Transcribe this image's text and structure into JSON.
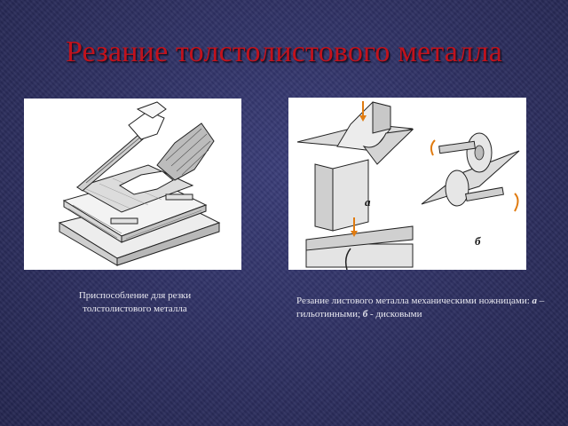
{
  "slide": {
    "title": "Резание толстолистового металла",
    "left_figure": {
      "caption": "Приспособление для резки толстолистового металла"
    },
    "right_figure": {
      "label_a": "а",
      "label_b": "б",
      "caption_part1": "Резание листового металла механическими ножницами: ",
      "caption_a": "а",
      "caption_part2": " – гильотинными; ",
      "caption_b": "б",
      "caption_part3": " - дисковыми"
    }
  },
  "colors": {
    "title": "#c1121c",
    "background": "#2f3163",
    "caption": "#e8e8f0",
    "arrow": "#e07b10"
  }
}
